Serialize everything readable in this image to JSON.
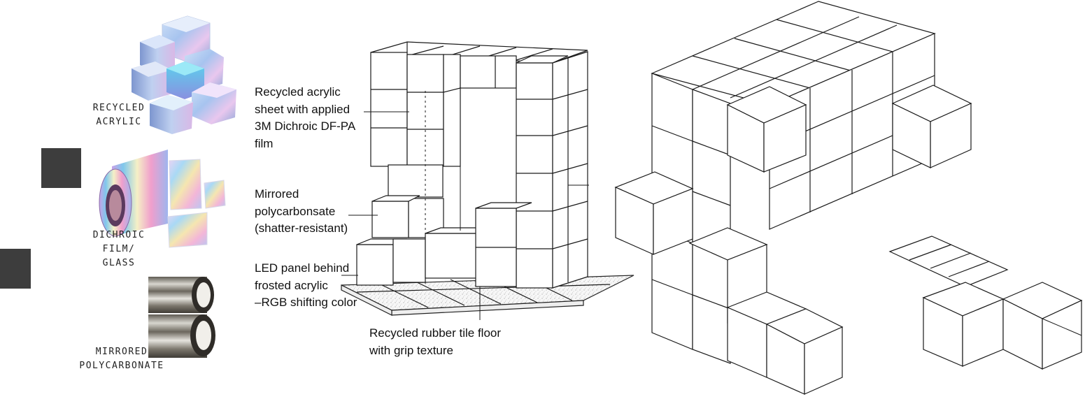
{
  "materials": [
    {
      "id": "recycled-acrylic",
      "lines": [
        "RECYCLED",
        "ACRYLIC"
      ]
    },
    {
      "id": "dichroic-film-glass",
      "lines": [
        "DICHROIC",
        "FILM/",
        "GLASS"
      ]
    },
    {
      "id": "mirrored-polycarbonate",
      "lines": [
        "MIRRORED",
        "POLYCARBONATE"
      ]
    }
  ],
  "callouts": [
    {
      "id": "acrylic",
      "lines": [
        "Recycled acrylic",
        "sheet with applied",
        "3M Dichroic DF-PA",
        "film"
      ]
    },
    {
      "id": "polycarbonate",
      "lines": [
        "Mirrored",
        "polycarbonsate",
        "(shatter-resistant)"
      ]
    },
    {
      "id": "led",
      "lines": [
        "LED panel behind",
        "frosted acrylic",
        "–RGB shifting color"
      ]
    },
    {
      "id": "floor",
      "lines": [
        "Recycled rubber tile floor",
        "with grip texture"
      ]
    }
  ],
  "swatch_color": "#3d3d3d"
}
